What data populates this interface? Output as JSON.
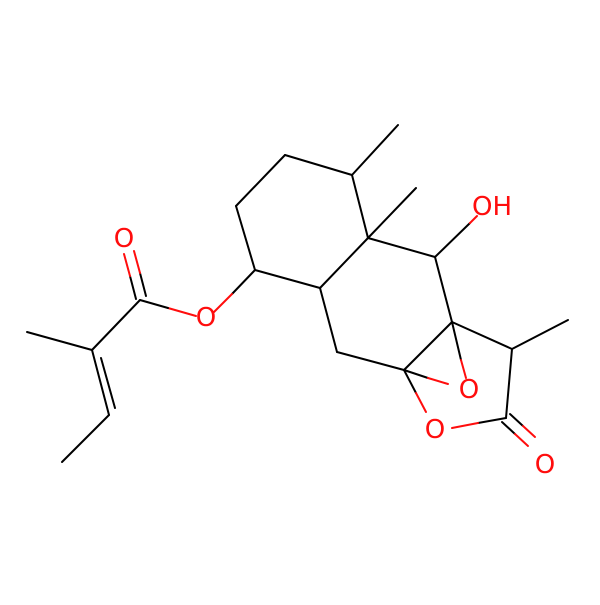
{
  "molecule": {
    "bond_color": "#000000",
    "heteroatom_color": "#ff0d0d",
    "atom_labels": {
      "ester_carbonyl_oxygen": "O",
      "ester_linkage_oxygen": "O",
      "hydroxyl": "OH",
      "epoxide_oxygen": "O",
      "lactone_ring_oxygen": "O",
      "lactone_carbonyl_oxygen": "O"
    }
  }
}
